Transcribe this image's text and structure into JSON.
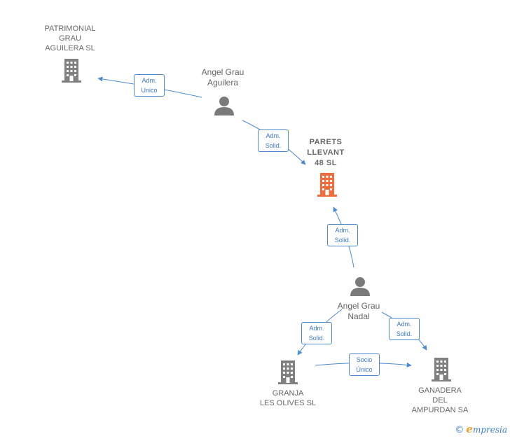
{
  "colors": {
    "edge": "#4a8ad4",
    "company": "#808080",
    "focus_company": "#f26b3a",
    "person": "#7a7a7a",
    "label_text": "#666666",
    "edge_label_text": "#3b78c9"
  },
  "nodes": {
    "patrimonial": {
      "type": "company",
      "icon": "building-icon",
      "lines": [
        "PATRIMONIAL",
        "GRAU",
        "AGUILERA  SL"
      ]
    },
    "angel_aguilera": {
      "type": "person",
      "icon": "person-icon",
      "lines": [
        "Angel Grau",
        "Aguilera"
      ]
    },
    "parets": {
      "type": "company",
      "icon": "building-icon",
      "focus": true,
      "lines": [
        "PARETS",
        "LLEVANT",
        "48  SL"
      ]
    },
    "angel_nadal": {
      "type": "person",
      "icon": "person-icon",
      "lines": [
        "Angel Grau",
        "Nadal"
      ]
    },
    "granja": {
      "type": "company",
      "icon": "building-icon",
      "lines": [
        "GRANJA",
        "LES OLIVES SL"
      ]
    },
    "ganadera": {
      "type": "company",
      "icon": "building-icon",
      "lines": [
        "GANADERA",
        "DEL",
        "AMPURDAN SA"
      ]
    }
  },
  "edges": {
    "e1": {
      "from": "angel_aguilera",
      "to": "patrimonial",
      "lines": [
        "Adm.",
        "Unico"
      ]
    },
    "e2": {
      "from": "angel_aguilera",
      "to": "parets",
      "lines": [
        "Adm.",
        "Solid."
      ]
    },
    "e3": {
      "from": "angel_nadal",
      "to": "parets",
      "lines": [
        "Adm.",
        "Solid."
      ]
    },
    "e4": {
      "from": "angel_nadal",
      "to": "granja",
      "lines": [
        "Adm.",
        "Solid."
      ]
    },
    "e5": {
      "from": "angel_nadal",
      "to": "ganadera",
      "lines": [
        "Adm.",
        "Solid."
      ]
    },
    "e6": {
      "from": "granja",
      "to": "ganadera",
      "lines": [
        "Socio",
        "Único"
      ]
    }
  },
  "brand": {
    "copyright": "©",
    "initial": "e",
    "name": "mpresia"
  }
}
